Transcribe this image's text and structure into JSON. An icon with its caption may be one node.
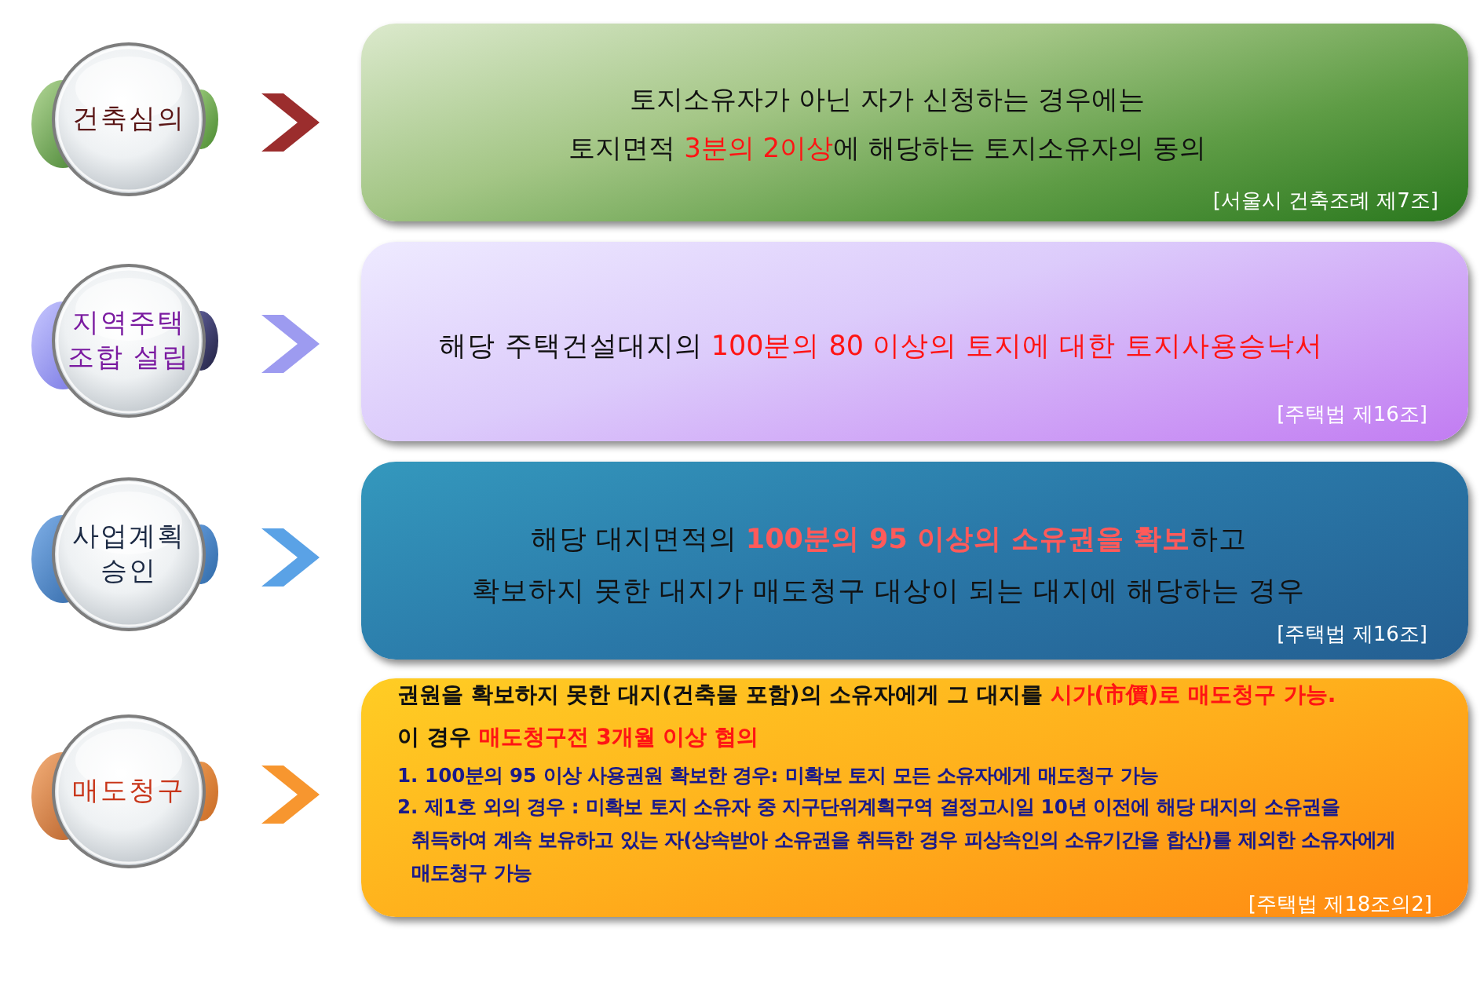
{
  "diagram": {
    "nodes": [
      {
        "text": [
          "건축심의"
        ]
      },
      {
        "text": [
          "토지소유자가 아닌 자가 신청하는 경우에는 토지면적 **3분의 2이상**에 해당하는 토지소유자의 동의",
          "[서울시 건축조례 제7조]"
        ]
      },
      {
        "text": [
          "지역주택 조합 설립"
        ]
      },
      {
        "text": [
          "해당 주택건설대지의 **100분의 80 이상의 토지에 대한 토지사용승낙서**",
          "[주택법 제16조]"
        ]
      },
      {
        "text": [
          "사업계획 승인"
        ]
      },
      {
        "text": [
          "해당 대지면적의 **100분의 95 이상의 소유권을 확보**하고 확보하지 못한 대지가 매도청구 대상이 되는 대지에 해당하는 경우",
          "[주택법 제16조]"
        ]
      },
      {
        "text": [
          "매도청구"
        ]
      },
      {
        "text": [
          "권원을 확보하지 못한 대지(건축물 포함)의 소유자에게 그 대지를 **시가(市價)로 매도청구 가능.**",
          "이 경우 **매도청구전 3개월 이상 협의**",
          "1. 100분의 95 이상 사용권원 확보한 경우: 미확보 토지 모든 소유자에게 매도청구 가능",
          "2. 제1호 외의 경우 : 미확보 토지 소유자 중 지구단위계획구역 결정고시일 10년 이전에 해당 대지의 소유권을 취득하여 계속 보유하고 있는 자(상속받아 소유권을 취득한 경우 피상속인의 소유기간을 합산)를 제외한 소유자에게 매도청구 가능",
          "[주택법 제18조의2]"
        ]
      }
    ],
    "edges": [
      {
        "from": 0,
        "to": 1,
        "arrow": "to",
        "color": "#9b2d2d"
      },
      {
        "from": 2,
        "to": 3,
        "arrow": "to",
        "color": "#9d9bf0"
      },
      {
        "from": 4,
        "to": 5,
        "arrow": "to",
        "color": "#5aa2e6"
      },
      {
        "from": 6,
        "to": 7,
        "arrow": "to",
        "color": "#f7962f"
      }
    ]
  }
}
